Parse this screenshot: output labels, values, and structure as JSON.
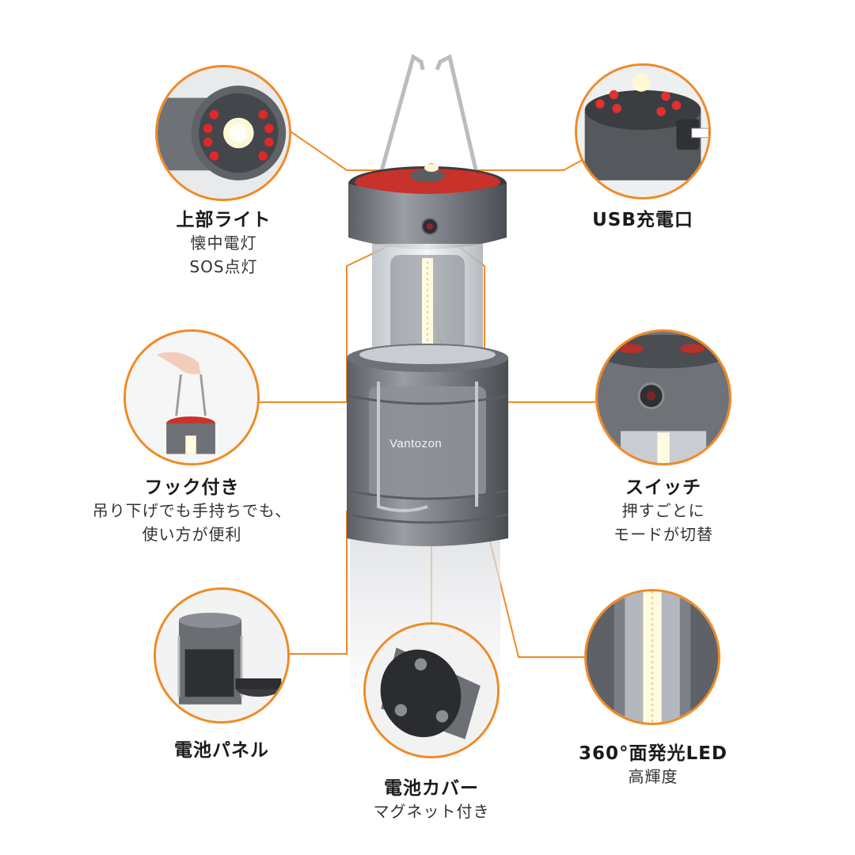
{
  "product": {
    "brand": "Vantozon"
  },
  "accent_color": "#f08a24",
  "callouts": {
    "top_light": {
      "title": "上部ライト",
      "desc": [
        "懐中電灯",
        "SOS点灯"
      ]
    },
    "usb_port": {
      "title": "USB充電口",
      "desc": []
    },
    "hook": {
      "title": "フック付き",
      "desc": [
        "吊り下げでも手持ちでも、",
        "使い方が便利"
      ]
    },
    "switch": {
      "title": "スイッチ",
      "desc": [
        "押すごとに",
        "モードが切替"
      ]
    },
    "battery_panel": {
      "title": "電池パネル",
      "desc": []
    },
    "battery_cover": {
      "title": "電池カバー",
      "desc": [
        "マグネット付き"
      ]
    },
    "led_360": {
      "title": "360°面発光LED",
      "desc": [
        "高輝度"
      ]
    }
  }
}
